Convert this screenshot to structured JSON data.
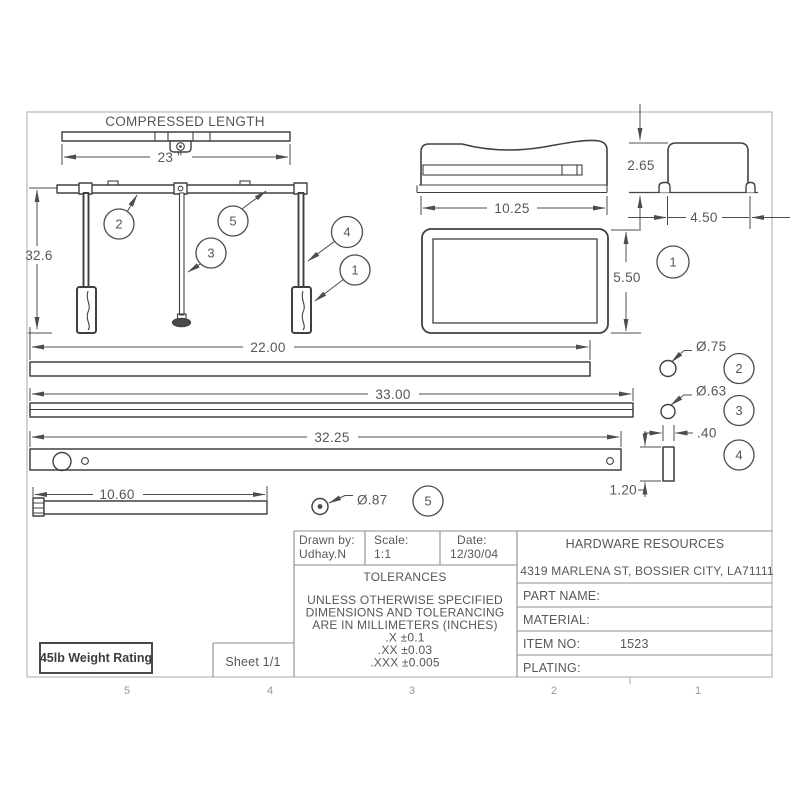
{
  "labels": {
    "compressed_length": "COMPRESSED LENGTH"
  },
  "dimensions": {
    "compressed_len": "23 \"",
    "assembly_height": "32.6",
    "bar1_length": "22.00",
    "bar2_length": "33.00",
    "bar3_length": "32.25",
    "bar4_length": "10.60",
    "bracket_width": "10.25",
    "bracket_height": "5.50",
    "side_height": "2.65",
    "side_depth": "4.50",
    "pin2_dia": "Ø.75",
    "pin3_dia": "Ø.63",
    "pin4_width": ".40",
    "pin4_length": "1.20",
    "hole_dia": "Ø.87"
  },
  "balloons": {
    "b1": "1",
    "b2": "2",
    "b3": "3",
    "b4": "4",
    "b5": "5"
  },
  "title_block": {
    "drawn_by_label": "Drawn by:",
    "drawn_by_value": "Udhay.N",
    "scale_label": "Scale:",
    "scale_value": "1:1",
    "date_label": "Date:",
    "date_value": "12/30/04",
    "tolerances_title": "TOLERANCES",
    "tolerances_line1": "UNLESS OTHERWISE SPECIFIED",
    "tolerances_line2": "DIMENSIONS AND TOLERANCING",
    "tolerances_line3": "ARE IN MILLIMETERS (INCHES)",
    "tolerance_x": ".X ±0.1",
    "tolerance_xx": ".XX ±0.03",
    "tolerance_xxx": ".XXX ±0.005",
    "company": "HARDWARE RESOURCES",
    "address": "4319 MARLENA ST, BOSSIER CITY, LA71111",
    "part_name_label": "PART NAME:",
    "material_label": "MATERIAL:",
    "item_no_label": "ITEM NO:",
    "item_no_value": "1523",
    "plating_label": "PLATING:"
  },
  "footer": {
    "sheet": "Sheet 1/1",
    "weight_rating": "45lb Weight Rating",
    "zones": [
      "5",
      "4",
      "3",
      "2",
      "1"
    ]
  },
  "colors": {
    "line": "#404040",
    "dimension": "#4d4d4d",
    "frame": "#c6c6c6"
  }
}
